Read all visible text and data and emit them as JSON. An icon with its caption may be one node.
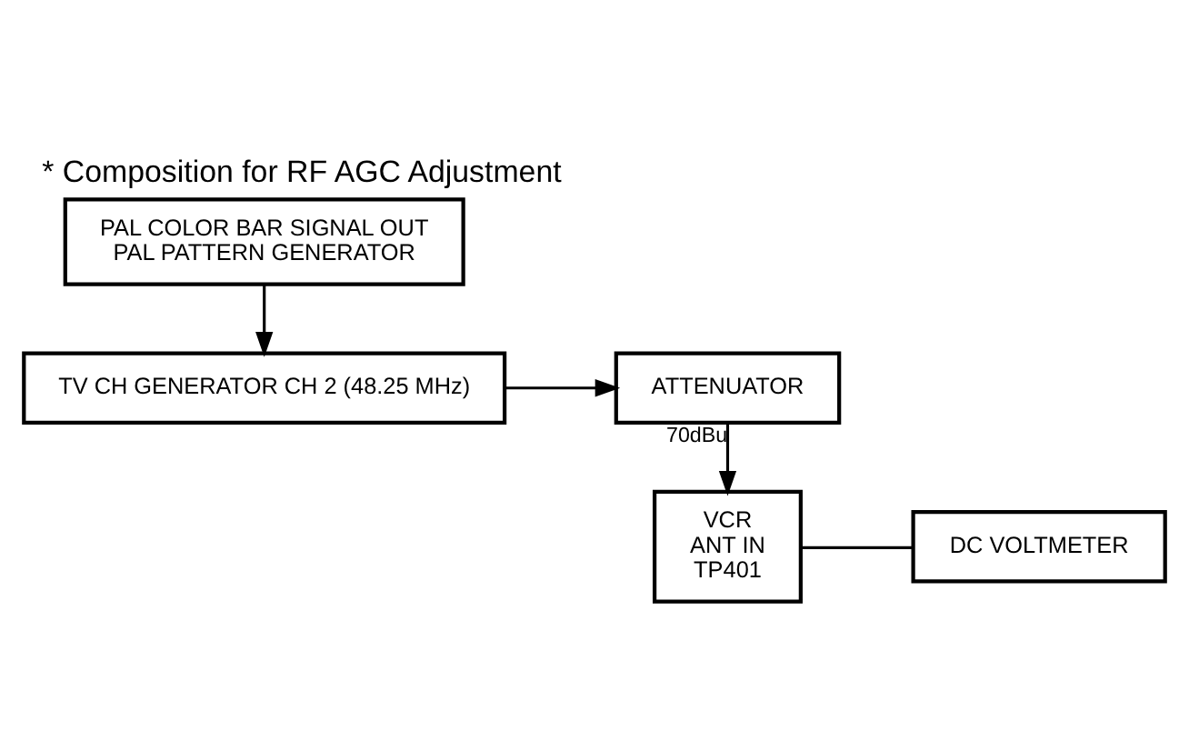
{
  "diagram": {
    "title": "* Composition for RF AGC Adjustment",
    "nodes": [
      {
        "text": [
          "PAL COLOR BAR SIGNAL OUT",
          "PAL PATTERN GENERATOR"
        ]
      },
      {
        "text": [
          "TV CH GENERATOR CH 2 (48.25 MHz)"
        ]
      },
      {
        "text": [
          "ATTENUATOR"
        ]
      },
      {
        "text": [
          "VCR",
          "ANT IN",
          "TP401"
        ]
      },
      {
        "text": [
          "DC VOLTMETER"
        ]
      }
    ],
    "edges": [
      {
        "from": 0,
        "to": 1,
        "arrow": "to"
      },
      {
        "from": 1,
        "to": 2,
        "arrow": "to"
      },
      {
        "from": 2,
        "to": 3,
        "arrow": "to",
        "label": "70dBu"
      },
      {
        "from": 3,
        "to": 4,
        "arrow": "none"
      }
    ]
  }
}
